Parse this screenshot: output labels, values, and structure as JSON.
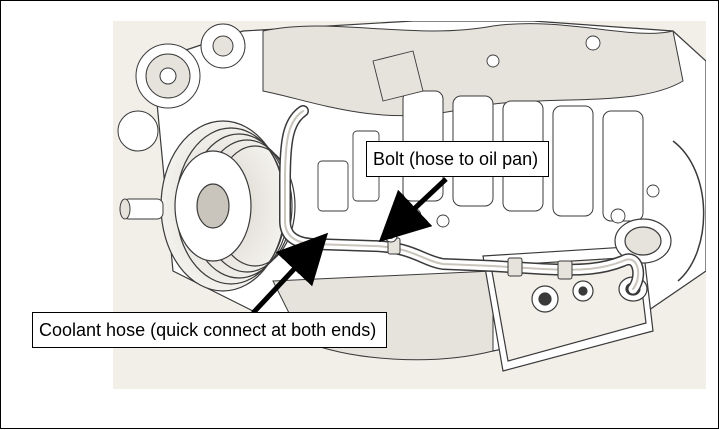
{
  "callouts": {
    "bolt": "Bolt (hose to oil pan)",
    "coolant_hose": "Coolant hose (quick connect at both ends)"
  },
  "illustration": {
    "subject": "engine-line-drawing",
    "colors": {
      "background": "#f2efe9",
      "line": "#3a3a3a",
      "fill_light": "#e6e3dc",
      "fill_mid": "#c9c5bc",
      "arrow": "#000000"
    }
  }
}
